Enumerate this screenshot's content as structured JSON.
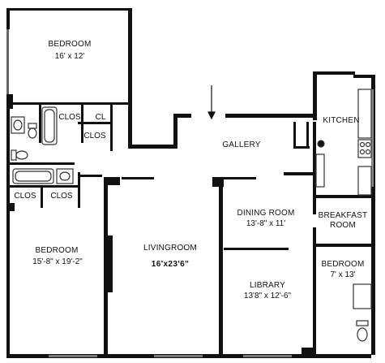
{
  "rooms": {
    "bedroom_top": {
      "name": "BEDROOM",
      "dims": "16' x 12'"
    },
    "bedroom_left": {
      "name": "BEDROOM",
      "dims": "15'-8\" x 19'-2\""
    },
    "living_room": {
      "name": "LIVINGROOM",
      "dims": "16'x23'6\""
    },
    "dining_room": {
      "name": "DINING ROOM",
      "dims": "13'-8\" x 11'"
    },
    "library": {
      "name": "LIBRARY",
      "dims": "13'8\" x 12'-6\""
    },
    "bedroom_small": {
      "name": "BEDROOM",
      "dims": "7' x 13'"
    },
    "gallery": {
      "name": "GALLERY"
    },
    "kitchen": {
      "name": "KITCHEN"
    },
    "breakfast_room": {
      "line1": "BREAKFAST",
      "line2": "ROOM"
    }
  },
  "closets": {
    "clos_1": "CLOS",
    "cl": "CL",
    "clos_2": "CLOS",
    "clos_3": "CLOS",
    "clos_4": "CLOS"
  },
  "colors": {
    "wall": "#111111",
    "fixture": "#333333",
    "background": "#ffffff"
  },
  "icons": [
    "bathtub",
    "toilet",
    "sink",
    "stove",
    "refrigerator",
    "entry-arrow"
  ]
}
